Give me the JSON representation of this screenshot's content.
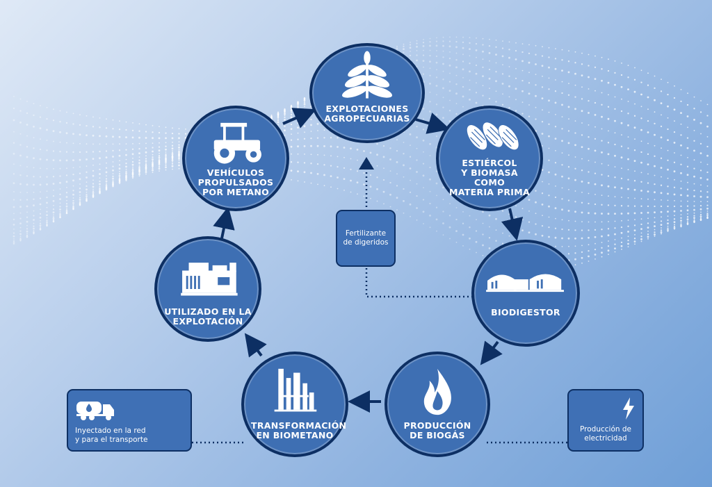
{
  "nodes": {
    "explotaciones": "EXPLOTACIONES\nAGROPECUARIAS",
    "estiercol": "ESTIÉRCOL\nY BIOMASA COMO\nMATERIA PRIMA",
    "biodigestor": "BIODIGESTOR",
    "biogas": "PRODUCCIÓN\nDE BIOGÁS",
    "biometano": "TRANSFORMACIÓN\nEN BIOMETANO",
    "utilizado": "UTILIZADO EN LA\nEXPLOTACIÓN",
    "vehiculos": "VEHÍCULOS\nPROPULSADOS\nPOR METANO"
  },
  "boxes": {
    "fertilizante": "Fertilizante\nde digeridos",
    "inyectado": "Inyectado en la red\ny para el transporte",
    "electricidad": "Producción de\nelectricidad"
  },
  "colors": {
    "node_fill": "#3e6fb3",
    "node_border": "#0d2f63",
    "arrow": "#0d2f63",
    "text": "#ffffff"
  },
  "icons": [
    "plant-icon",
    "corn-icon",
    "digester-icon",
    "flame-icon",
    "refinery-icon",
    "generator-icon",
    "tractor-icon",
    "tanker-truck-icon",
    "lightning-icon"
  ]
}
